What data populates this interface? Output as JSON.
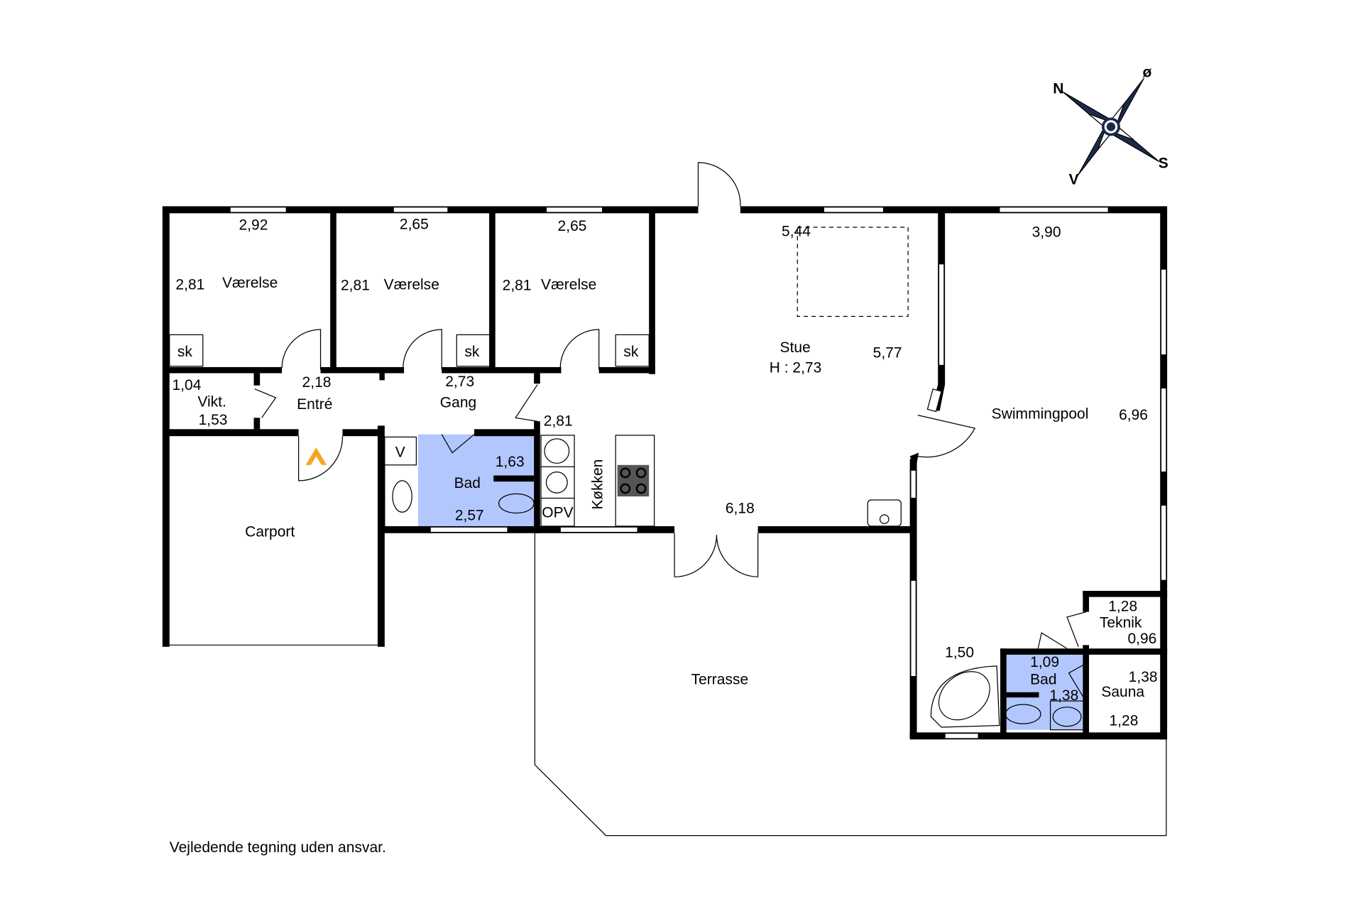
{
  "plan": {
    "rooms": [
      {
        "name": "Værelse",
        "w": "2,92",
        "h": "2,81",
        "closet": "sk"
      },
      {
        "name": "Værelse",
        "w": "2,65",
        "h": "2,81",
        "closet": "sk"
      },
      {
        "name": "Værelse",
        "w": "2,65",
        "h": "2,81",
        "closet": "sk"
      }
    ],
    "vikt": {
      "name": "Vikt.",
      "a": "1,04",
      "b": "1,53"
    },
    "entre": {
      "name": "Entré",
      "a": "2,18"
    },
    "gang": {
      "name": "Gang",
      "a": "2,73"
    },
    "stue": {
      "name": "Stue",
      "height": "H : 2,73",
      "a": "5,44",
      "b": "5,77",
      "c": "6,18"
    },
    "kitchen": {
      "name": "Køkken",
      "a": "2,81",
      "opv": "OPV"
    },
    "bad1": {
      "name": "Bad",
      "a": "1,63",
      "b": "2,57",
      "v": "V"
    },
    "carport": {
      "name": "Carport"
    },
    "pool": {
      "name": "Swimmingpool",
      "a": "3,90",
      "b": "6,96",
      "tub": "1,50"
    },
    "teknik": {
      "name": "Teknik",
      "a": "1,28",
      "b": "0,96"
    },
    "bad2": {
      "name": "Bad",
      "a": "1,09",
      "b": "1,38"
    },
    "sauna": {
      "name": "Sauna",
      "a": "1,38",
      "b": "1,28"
    },
    "terrace": {
      "name": "Terrasse"
    }
  },
  "compass": {
    "n": "N",
    "o": "ø",
    "s": "S",
    "v": "V"
  },
  "disclaimer": "Vejledende tegning uden ansvar.",
  "colors": {
    "bath": "#b3c7ff",
    "entry_arrow": "#f5a623"
  }
}
